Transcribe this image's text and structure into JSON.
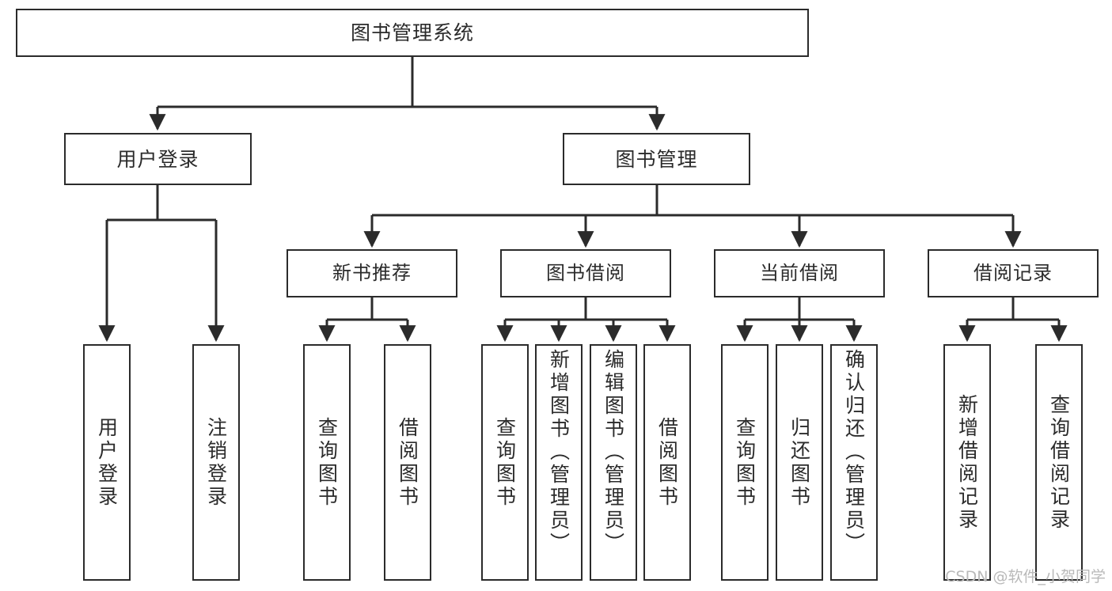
{
  "diagram": {
    "title": "图书管理系统",
    "type": "tree",
    "orientation": "top-down",
    "colors": {
      "box_border": "#2b2b2b",
      "box_fill": "#ffffff",
      "edge": "#2b2b2b",
      "text": "#2b2b2b",
      "background": "#ffffff",
      "watermark": "#b9b9b9"
    },
    "root": {
      "label": "图书管理系统"
    },
    "level2": [
      {
        "id": "user-login",
        "label": "用户登录"
      },
      {
        "id": "book-manage",
        "label": "图书管理"
      }
    ],
    "level3": [
      {
        "id": "new-book-recommend",
        "label": "新书推荐",
        "parent": "book-manage"
      },
      {
        "id": "book-borrow",
        "label": "图书借阅",
        "parent": "book-manage"
      },
      {
        "id": "current-borrow",
        "label": "当前借阅",
        "parent": "book-manage"
      },
      {
        "id": "borrow-record",
        "label": "借阅记录",
        "parent": "book-manage"
      }
    ],
    "leaves": {
      "user_login": [
        {
          "id": "leaf-user-login",
          "label": "用户登录"
        },
        {
          "id": "leaf-logout",
          "label": "注销登录"
        }
      ],
      "new_book_recommend": [
        {
          "id": "leaf-query-book-1",
          "label": "查询图书"
        },
        {
          "id": "leaf-borrow-book-1",
          "label": "借阅图书"
        }
      ],
      "book_borrow": [
        {
          "id": "leaf-query-book-2",
          "label": "查询图书"
        },
        {
          "id": "leaf-add-book",
          "label": "新增图书（管理员）"
        },
        {
          "id": "leaf-edit-book",
          "label": "编辑图书（管理员）"
        },
        {
          "id": "leaf-borrow-book-2",
          "label": "借阅图书"
        }
      ],
      "current_borrow": [
        {
          "id": "leaf-query-book-3",
          "label": "查询图书"
        },
        {
          "id": "leaf-return-book",
          "label": "归还图书"
        },
        {
          "id": "leaf-confirm-return",
          "label": "确认归还（管理员）"
        }
      ],
      "borrow_record": [
        {
          "id": "leaf-add-record",
          "label": "新增借阅记录"
        },
        {
          "id": "leaf-query-record",
          "label": "查询借阅记录"
        }
      ]
    }
  },
  "watermark": {
    "text": "CSDN @软件_小贺同学"
  }
}
